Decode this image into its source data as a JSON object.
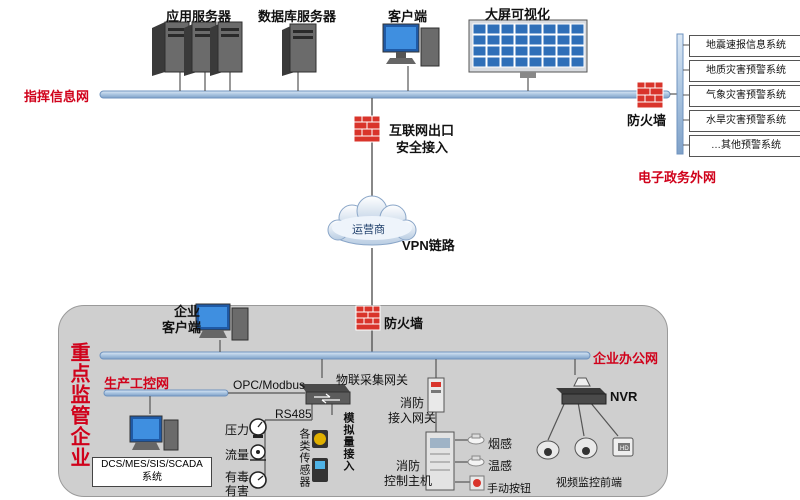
{
  "top": {
    "app_servers_label": "应用服务器",
    "db_servers_label": "数据库服务器",
    "client_label": "客户端",
    "bigscreen_label": "大屏可视化",
    "command_network_label": "指挥信息网",
    "firewall_right_label": "防火墙",
    "egov_network_label": "电子政务外网",
    "warning_systems": [
      "地震速报信息系统",
      "地质灾害预警系统",
      "气象灾害预警系统",
      "水旱灾害预警系统",
      "…其他预警系统"
    ]
  },
  "middle": {
    "internet_exit_line1": "互联网出口",
    "internet_exit_line2": "安全接入",
    "cloud_label": "运营商",
    "vpn_label": "VPN链路"
  },
  "enterprise": {
    "title": "重点监管企业",
    "client_line1": "企业",
    "client_line2": "客户端",
    "firewall_label": "防火墙",
    "office_network_label": "企业办公网",
    "prod_network_label": "生产工控网",
    "opc_label": "OPC/Modbus",
    "gateway_label": "物联采集网关",
    "rs485_label": "RS485",
    "pressure_label": "压力",
    "flow_label": "流量",
    "toxic_label_1": "有毒",
    "toxic_label_2": "有害",
    "sensors_label": "各类传感器",
    "analog_label": "模拟量接入",
    "dcs_line1": "DCS/MES/SIS/SCADA",
    "dcs_line2": "系统",
    "fire_gateway_line1": "消防",
    "fire_gateway_line2": "接入网关",
    "fire_host_line1": "消防",
    "fire_host_line2": "控制主机",
    "smoke_label": "烟感",
    "temp_label": "温感",
    "manual_button_label": "手动按钮",
    "nvr_label": "NVR",
    "video_label": "视频监控前端"
  },
  "colors": {
    "bus": "#a9c4e0",
    "bus_edge": "#6f93bf",
    "red_label": "#d0021b",
    "enterprise_bg": "#cfcfcf",
    "firewall": "#d9342b"
  }
}
